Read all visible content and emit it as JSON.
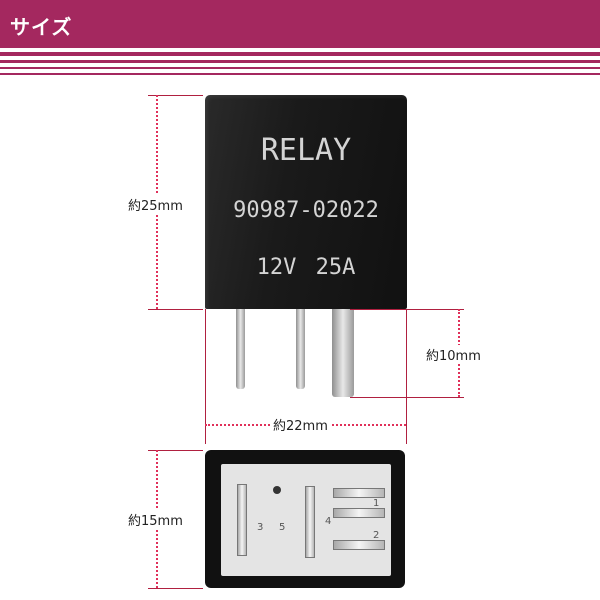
{
  "header": {
    "title": "サイズ"
  },
  "relay": {
    "label_line1": "RELAY",
    "label_line2": "90987-02022",
    "label_line3": "12V 25A"
  },
  "dimensions": {
    "height": "約25mm",
    "pin_length": "約10mm",
    "width": "約22mm",
    "depth": "約15mm"
  },
  "socket_numbers": [
    "3",
    "5",
    "4",
    "1",
    "2"
  ],
  "colors": {
    "header": "#a4285f",
    "dimension_line": "#e0305a"
  }
}
